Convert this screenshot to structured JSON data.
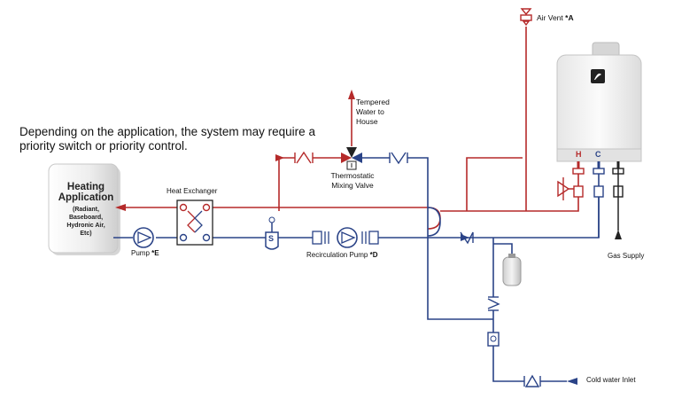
{
  "intro_note": {
    "line1": "Depending on the application, the system may require a",
    "line2": "priority switch or priority control."
  },
  "heating_box": {
    "title_line1": "Heating",
    "title_line2": "Application",
    "detail_lines": [
      "(Radiant,",
      "Baseboard,",
      "Hydronic Air,",
      "Etc)"
    ]
  },
  "labels": {
    "air_vent": "Air Vent",
    "air_vent_ref": "*A",
    "tempered_water": [
      "Tempered",
      "Water to",
      "House"
    ],
    "mixing_valve": [
      "Thermostatic",
      "Mixing Valve"
    ],
    "heat_exchanger": "Heat Exchanger",
    "pump": "Pump",
    "pump_ref": "*E",
    "recirc_pump": "Recirculation Pump",
    "recirc_pump_ref": "*D",
    "gas_supply": "Gas Supply",
    "cold_water_inlet": "Cold water Inlet",
    "hot_port": "H",
    "cold_port": "C",
    "strainer_symbol": "S"
  },
  "colors": {
    "hot_line": "#b52a2a",
    "cold_line": "#2a4387",
    "gas_line": "#222222",
    "heater_body": "#f2f2f2",
    "heater_panel": "#222222"
  }
}
